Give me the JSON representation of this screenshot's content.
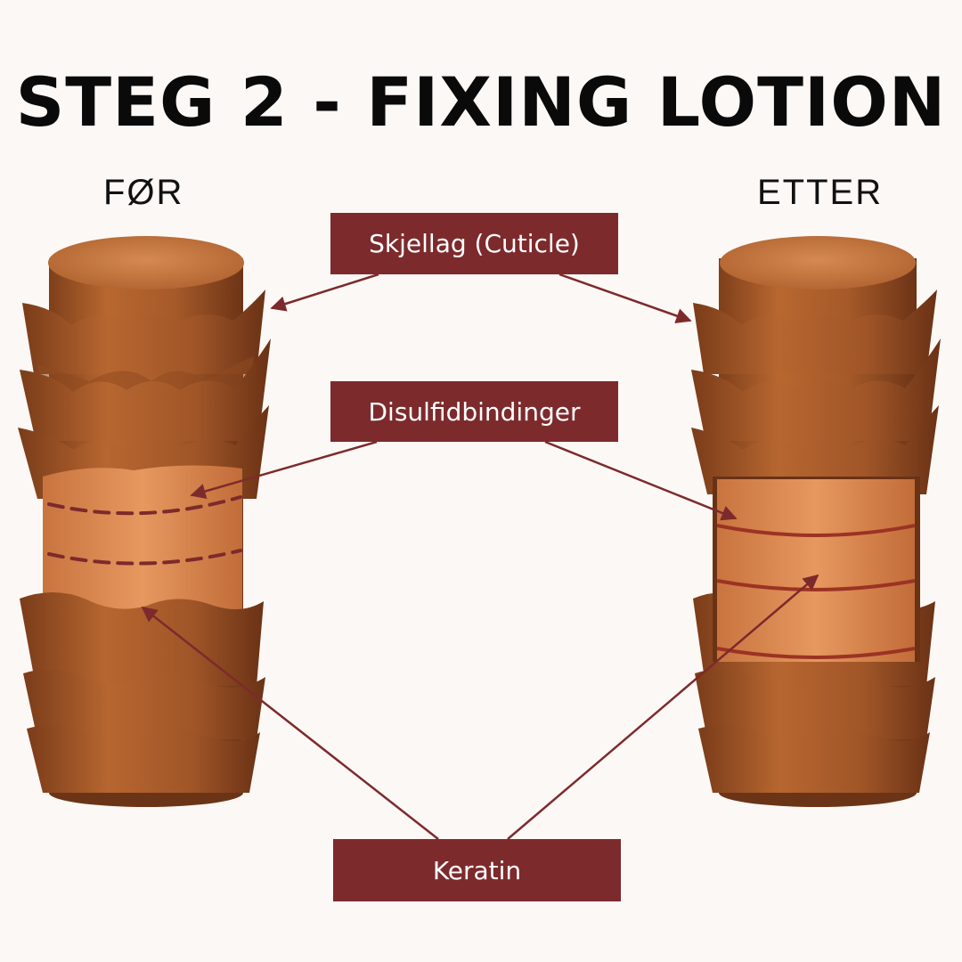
{
  "title": "STEG 2 - FIXING LOTION",
  "columns": {
    "before": "FØR",
    "after": "ETTER"
  },
  "labels": {
    "cuticle": "Skjellag (Cuticle)",
    "disulfide": "Disulfidbindinger",
    "keratin": "Keratin"
  },
  "colors": {
    "background": "#fcf8f6",
    "label_box": "#7d2a2c",
    "arrow": "#7d2a2c",
    "cuticle": "#a85a2c",
    "cortex": "#dd8b52"
  },
  "bond_state": {
    "before": "broken",
    "after": "reformed"
  }
}
